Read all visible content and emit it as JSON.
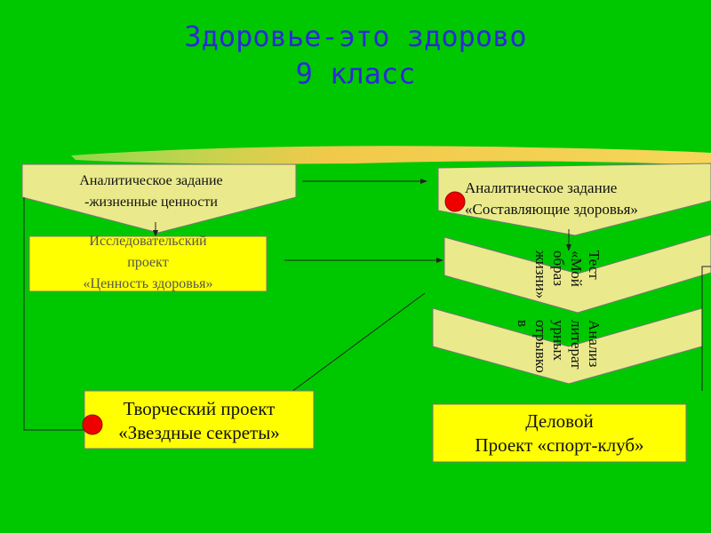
{
  "title": {
    "line1": "Здоровье-это здорово",
    "line2": "9 класс"
  },
  "left": {
    "analytic_task": {
      "line1": "Аналитическое задание",
      "line2": "-жизненные ценности"
    },
    "research_project": {
      "line1": "Исследовательский",
      "line2": "проект",
      "line3": "«Ценность здоровья»"
    },
    "creative_project": {
      "line1": "Творческий проект",
      "line2": "«Звездные секреты»"
    }
  },
  "right": {
    "analytic_task": {
      "line1": "Аналитическое задание",
      "line2": "«Составляющие здоровья»"
    },
    "test": {
      "col1": "Тест",
      "col2": "«Мой",
      "col3": "образ",
      "col4": "жизни»"
    },
    "analysis": {
      "col1": "Анализ",
      "col2": "литерат",
      "col3": "урных",
      "col4": "отрывко",
      "col5": "в"
    },
    "business_project": {
      "line1": "Деловой",
      "line2": "Проект «спорт-клуб»"
    }
  },
  "colors": {
    "background": "#00c800",
    "box_pale": "#eaea8c",
    "box_yellow": "#ffff00",
    "marker": "#ee0000",
    "title": "#2b2bd6"
  }
}
